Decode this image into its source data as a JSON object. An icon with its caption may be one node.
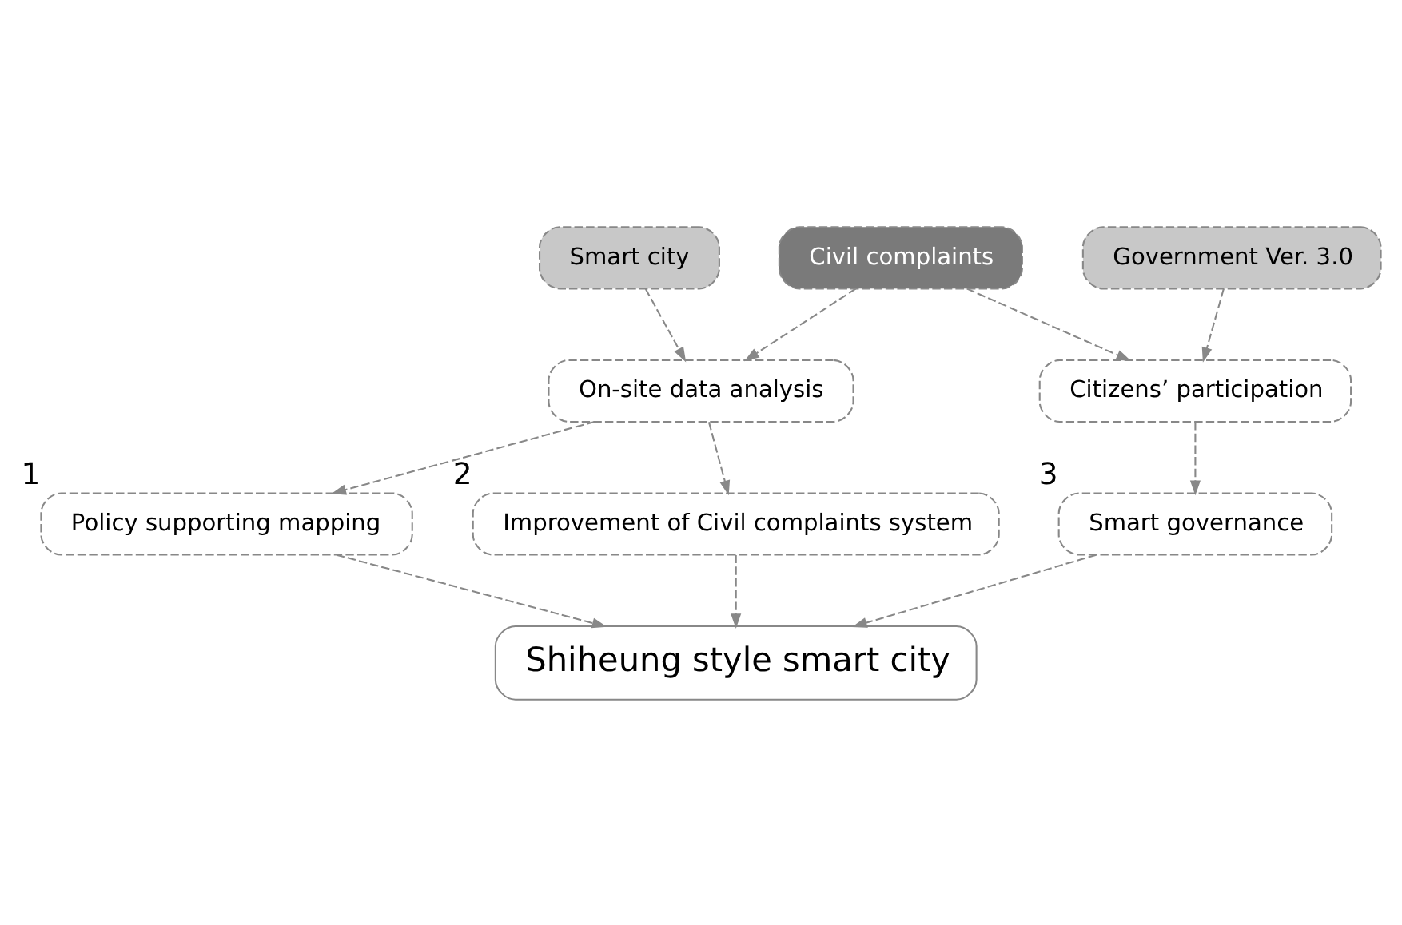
{
  "diagram": {
    "nodes": [
      {
        "text": [
          "Smart city"
        ]
      },
      {
        "text": [
          "Government Ver. 3.0"
        ]
      },
      {
        "text": [
          "Civil complaints"
        ]
      },
      {
        "text": [
          "On-site data analysis"
        ]
      },
      {
        "text": [
          "Citizens’ participation"
        ]
      },
      {
        "text": [
          "Policy supporting mapping"
        ],
        "beside": [
          "1"
        ]
      },
      {
        "text": [
          "Improvement of Civil complaints system"
        ],
        "beside": [
          "2"
        ]
      },
      {
        "text": [
          "Smart governance"
        ],
        "beside": [
          "3"
        ]
      },
      {
        "text": [
          "Shiheung style smart city"
        ]
      }
    ],
    "edges": [
      {
        "from": 0,
        "to": 3,
        "arrow": "to"
      },
      {
        "from": 2,
        "to": 3,
        "arrow": "to"
      },
      {
        "from": 2,
        "to": 4,
        "arrow": "to"
      },
      {
        "from": 1,
        "to": 4,
        "arrow": "to"
      },
      {
        "from": 3,
        "to": 5,
        "arrow": "to"
      },
      {
        "from": 3,
        "to": 6,
        "arrow": "to"
      },
      {
        "from": 4,
        "to": 7,
        "arrow": "to"
      },
      {
        "from": 5,
        "to": 8,
        "arrow": "to"
      },
      {
        "from": 6,
        "to": 8,
        "arrow": "to"
      },
      {
        "from": 7,
        "to": 8,
        "arrow": "to"
      }
    ]
  }
}
